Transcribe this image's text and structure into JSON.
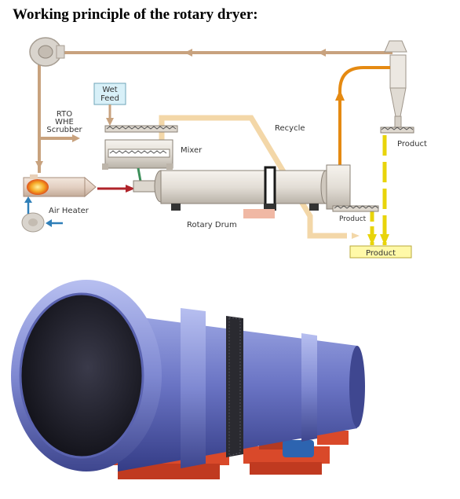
{
  "title": "Working principle of the rotary dryer:",
  "labels": {
    "wet_feed_line1": "Wet",
    "wet_feed_line2": "Feed",
    "rto_line1": "RTO",
    "rto_line2": "WHE",
    "rto_line3": "Scrubber",
    "recycle": "Recycle",
    "mixer": "Mixer",
    "air_heater": "Air Heater",
    "rotary_drum": "Rotary Drum",
    "product_cyclone": "Product",
    "product_drum": "Product",
    "product_box": "Product"
  },
  "colors": {
    "duct": "#c8a27e",
    "recycle_pipe": "#f3d7a8",
    "hot_air": "#b0232a",
    "exhaust": "#e58a12",
    "product_flow": "#e8d40a",
    "product_box": "#fff9a8",
    "wet_feed_box": "#d8f0f8",
    "drum_body": "#e8e3dc",
    "machine_blue": "#6a74c4",
    "machine_base": "#d9492a"
  }
}
